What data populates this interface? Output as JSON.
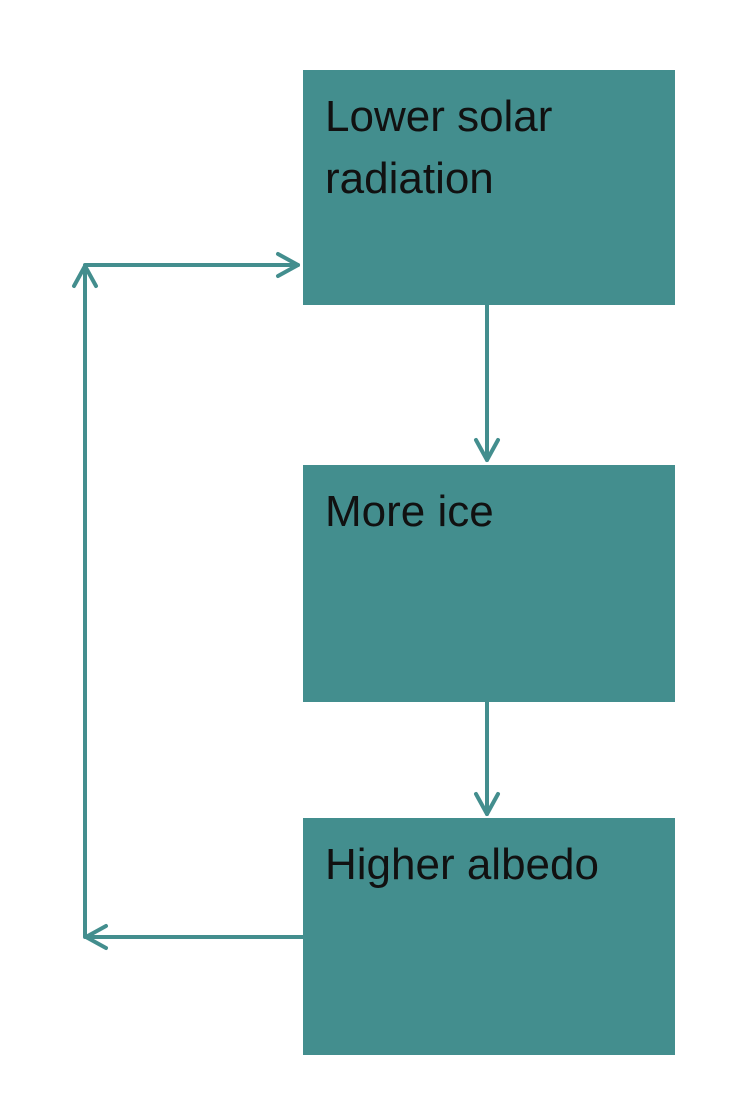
{
  "diagram": {
    "color": "#438e8e",
    "nodes": [
      {
        "label": "Lower solar radiation"
      },
      {
        "label": "More ice"
      },
      {
        "label": "Higher albedo"
      }
    ]
  }
}
